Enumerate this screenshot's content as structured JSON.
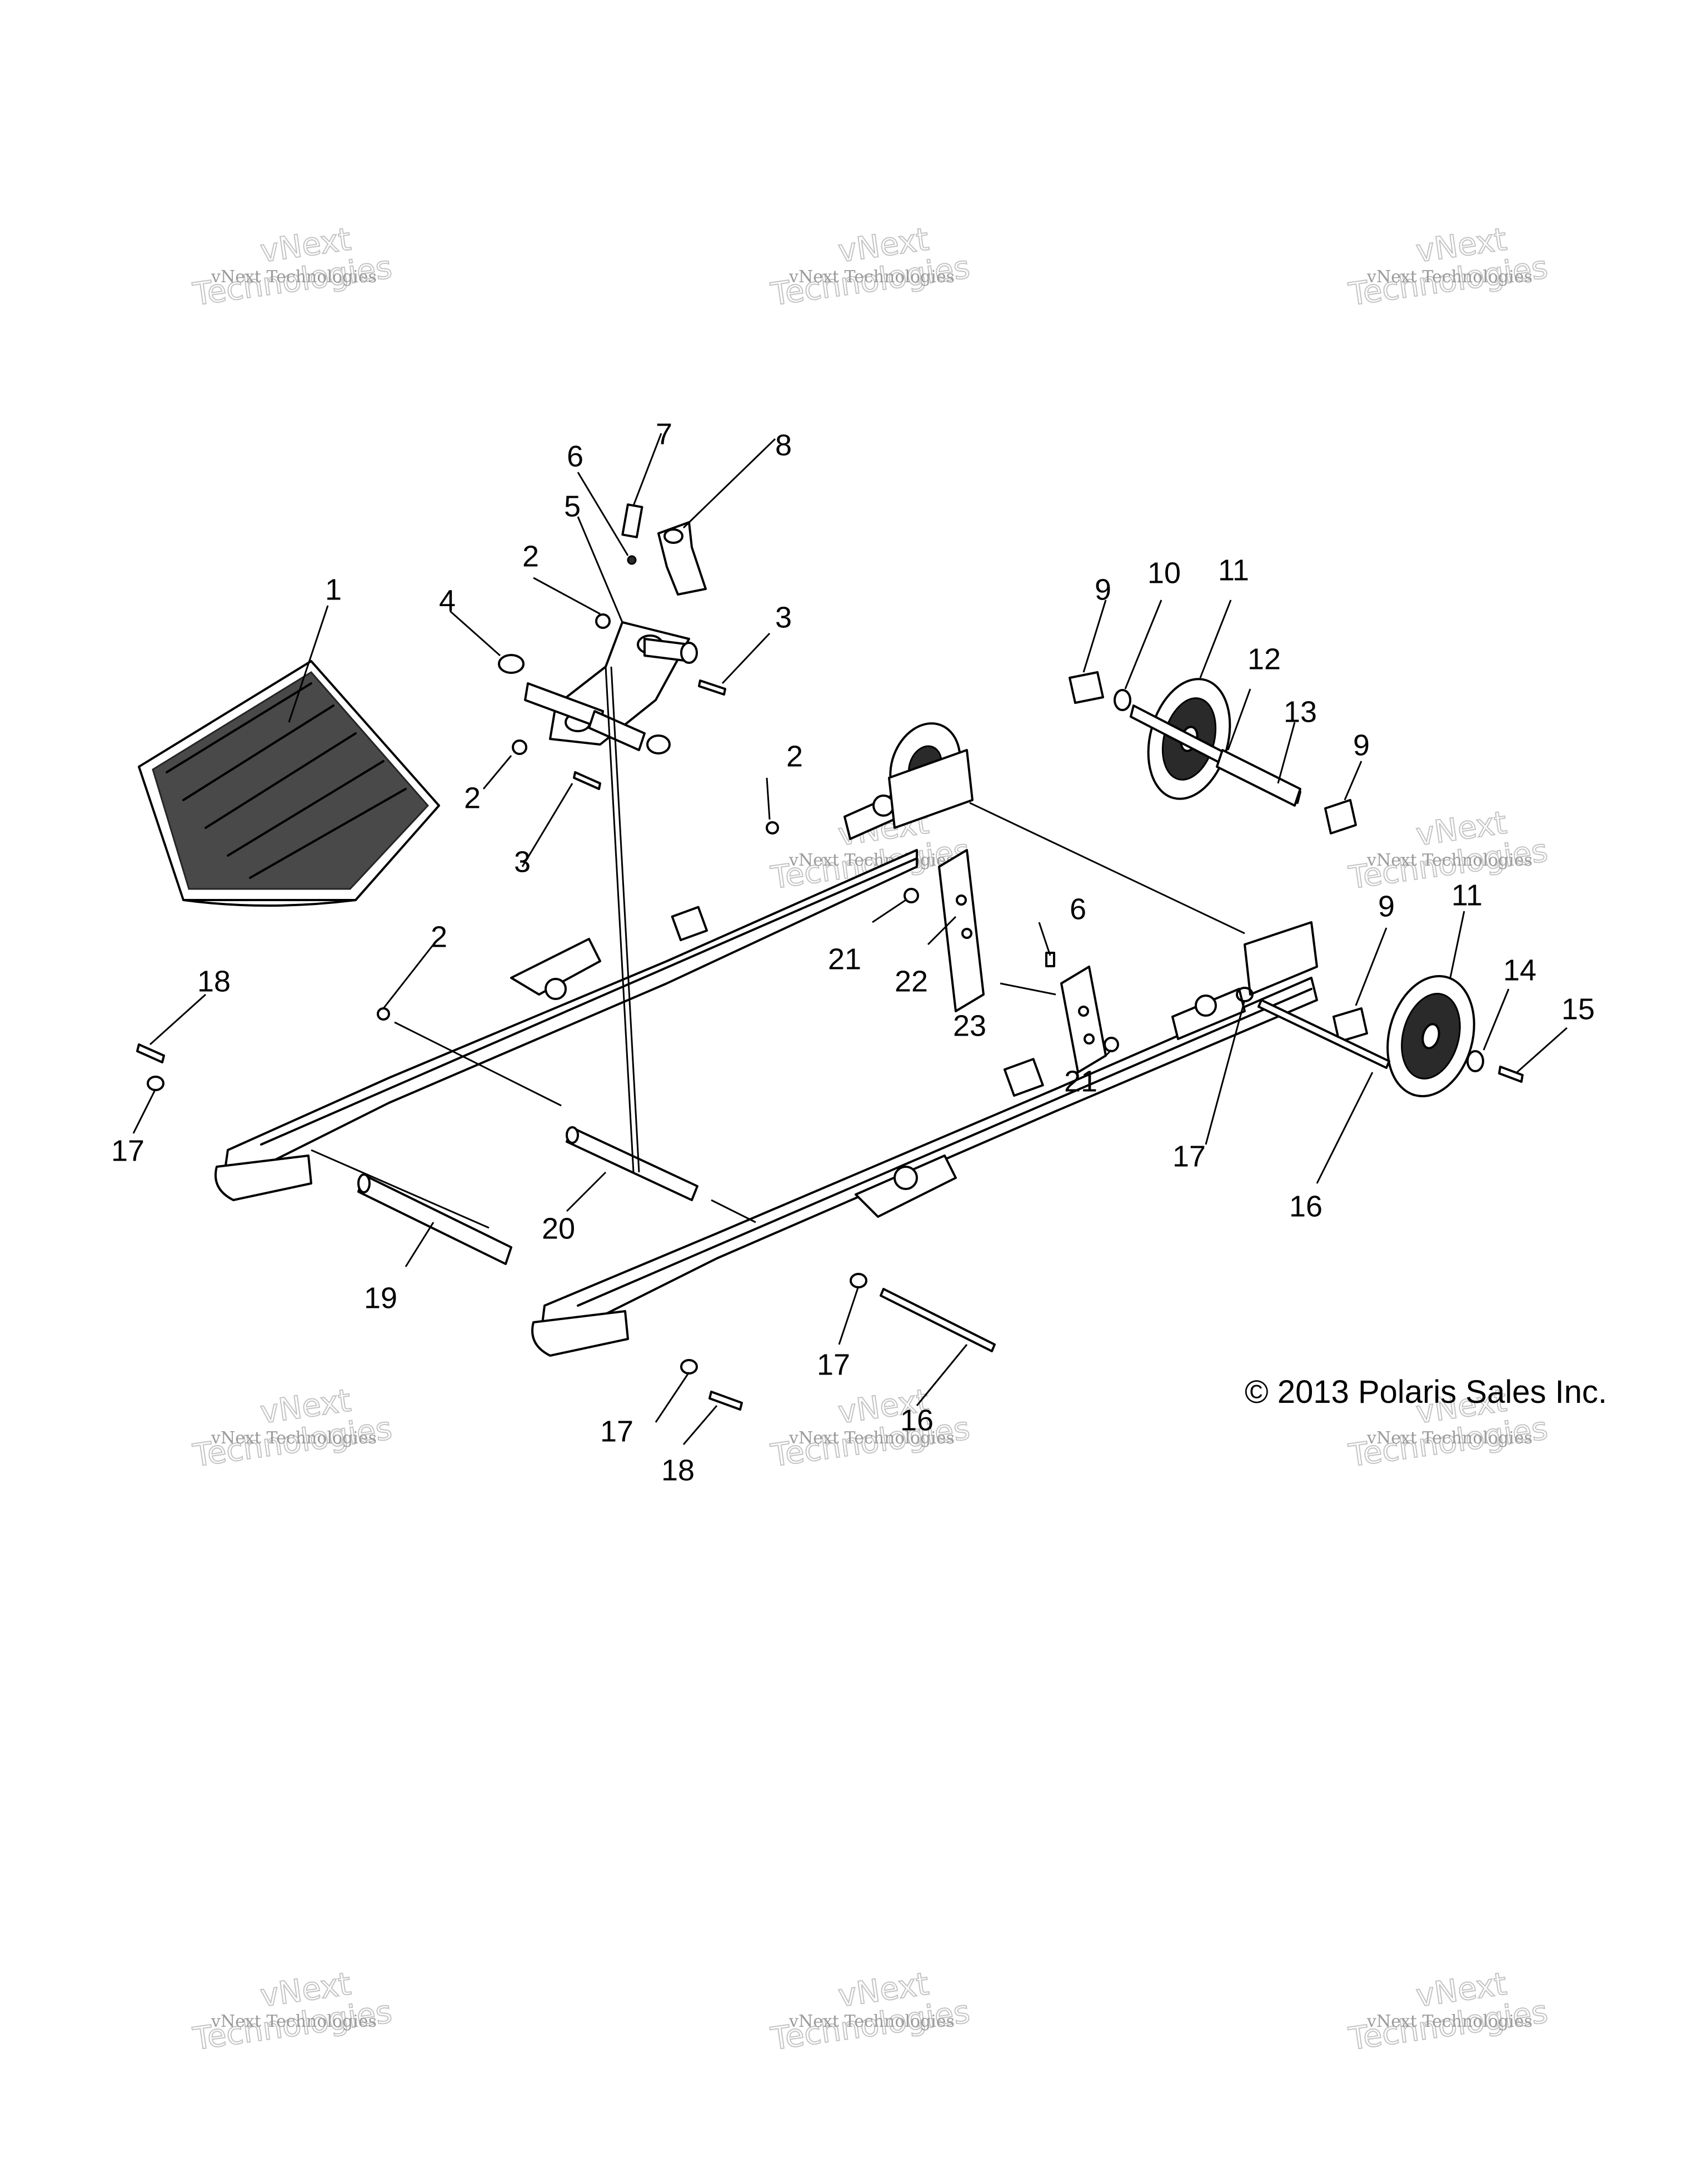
{
  "copyright": "© 2013 Polaris Sales Inc.",
  "watermark": {
    "line1": "vNext Technologies",
    "line2": "vNext",
    "line3": "Technologies"
  },
  "callouts": [
    {
      "id": "c1",
      "label": "1"
    },
    {
      "id": "c2a",
      "label": "2"
    },
    {
      "id": "c2b",
      "label": "2"
    },
    {
      "id": "c2c",
      "label": "2"
    },
    {
      "id": "c2d",
      "label": "2"
    },
    {
      "id": "c3a",
      "label": "3"
    },
    {
      "id": "c3b",
      "label": "3"
    },
    {
      "id": "c4",
      "label": "4"
    },
    {
      "id": "c5",
      "label": "5"
    },
    {
      "id": "c6a",
      "label": "6"
    },
    {
      "id": "c6b",
      "label": "6"
    },
    {
      "id": "c7",
      "label": "7"
    },
    {
      "id": "c8",
      "label": "8"
    },
    {
      "id": "c9a",
      "label": "9"
    },
    {
      "id": "c9b",
      "label": "9"
    },
    {
      "id": "c9c",
      "label": "9"
    },
    {
      "id": "c10",
      "label": "10"
    },
    {
      "id": "c11a",
      "label": "11"
    },
    {
      "id": "c11b",
      "label": "11"
    },
    {
      "id": "c12",
      "label": "12"
    },
    {
      "id": "c13",
      "label": "13"
    },
    {
      "id": "c14",
      "label": "14"
    },
    {
      "id": "c15",
      "label": "15"
    },
    {
      "id": "c16a",
      "label": "16"
    },
    {
      "id": "c16b",
      "label": "16"
    },
    {
      "id": "c17a",
      "label": "17"
    },
    {
      "id": "c17b",
      "label": "17"
    },
    {
      "id": "c17c",
      "label": "17"
    },
    {
      "id": "c17d",
      "label": "17"
    },
    {
      "id": "c18a",
      "label": "18"
    },
    {
      "id": "c18b",
      "label": "18"
    },
    {
      "id": "c19",
      "label": "19"
    },
    {
      "id": "c20",
      "label": "20"
    },
    {
      "id": "c21a",
      "label": "21"
    },
    {
      "id": "c21b",
      "label": "21"
    },
    {
      "id": "c22",
      "label": "22"
    },
    {
      "id": "c23",
      "label": "23"
    }
  ]
}
